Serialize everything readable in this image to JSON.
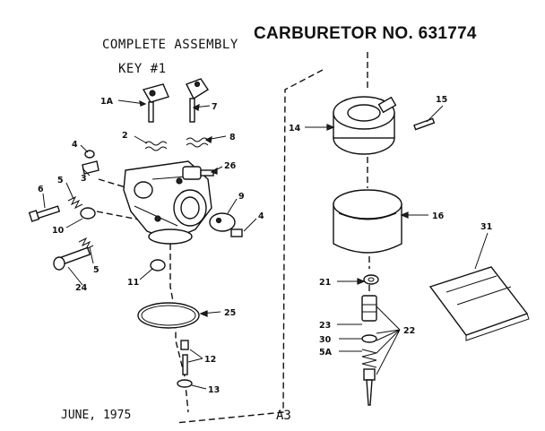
{
  "header": {
    "title": "CARBURETOR NO. 631774",
    "subtitle": "COMPLETE ASSEMBLY",
    "key_label": "KEY #1"
  },
  "footer": {
    "date": "JUNE, 1975",
    "page": "A3"
  },
  "callouts": {
    "c1a": "1A",
    "c7": "7",
    "c2": "2",
    "c8": "8",
    "c4a": "4",
    "c3": "3",
    "c26": "26",
    "c5a": "5",
    "c6": "6",
    "c9": "9",
    "c4b": "4",
    "c10": "10",
    "c5b": "5",
    "c24": "24",
    "c11": "11",
    "c25": "25",
    "c12": "12",
    "c13": "13",
    "c14": "14",
    "c15": "15",
    "c16": "16",
    "c31": "31",
    "c21": "21",
    "c22": "22",
    "c23": "23",
    "c30": "30",
    "c5c": "5A"
  }
}
